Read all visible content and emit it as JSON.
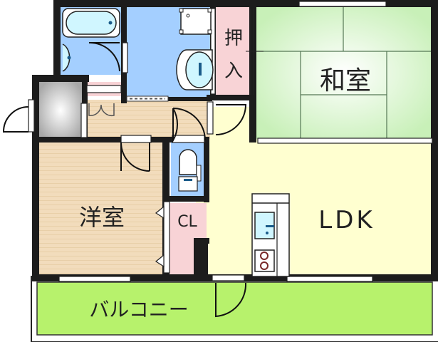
{
  "floorplan": {
    "rooms": {
      "washitsu": {
        "label": "和室",
        "type": "japanese-room"
      },
      "oshiire_1": {
        "label": "押"
      },
      "oshiire_2": {
        "label": "入"
      },
      "youshitsu": {
        "label": "洋室",
        "type": "western-room"
      },
      "closet": {
        "label": "CL"
      },
      "ldk": {
        "label": "LDK"
      },
      "balcony": {
        "label": "バルコニー"
      }
    },
    "colors": {
      "wall": "#1c1c1c",
      "tatami": "#d6f5c8",
      "ldk": "#ffffd0",
      "wood": "#f0d8b4",
      "wet": "#a4cfff",
      "closet": "#f8d3d6",
      "balcony": "#b7f26c",
      "entrance": "#d9d9d9"
    }
  }
}
